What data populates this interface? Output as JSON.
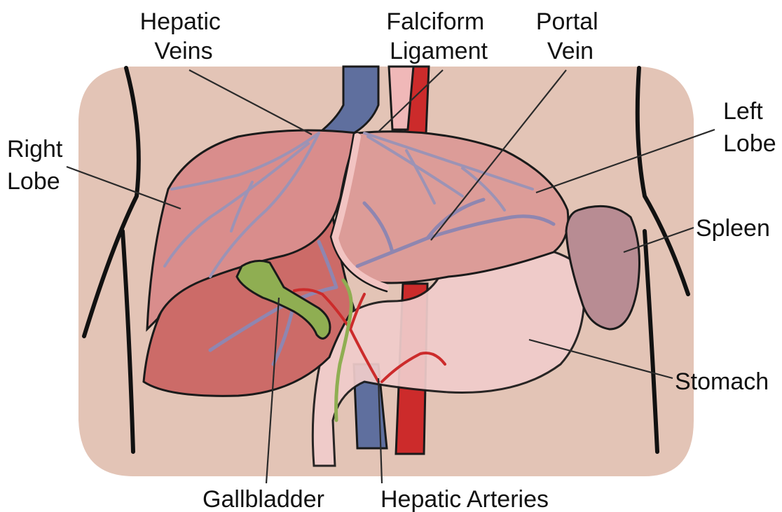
{
  "colors": {
    "torso": "#e3c4b6",
    "right_lobe": "#d98d8c",
    "right_lobe_lower": "#cc6b68",
    "left_lobe": "#dc9c98",
    "spleen": "#b88c93",
    "stomach": "#f0cccb",
    "gallbladder": "#8fae52",
    "portal_vein": "#8f86b0",
    "vena_cava": "#5f6f9e",
    "aorta": "#cc2b2b",
    "esophagus": "#f0b8b8"
  },
  "labels": {
    "hepatic_veins": [
      "Hepatic",
      "Veins"
    ],
    "falciform_ligament": [
      "Falciform",
      "Ligament"
    ],
    "portal_vein": [
      "Portal",
      "Vein"
    ],
    "left_lobe": [
      "Left",
      "Lobe"
    ],
    "right_lobe": [
      "Right",
      "Lobe"
    ],
    "spleen": "Spleen",
    "stomach": "Stomach",
    "gallbladder": "Gallbladder",
    "hepatic_arteries": "Hepatic Arteries"
  }
}
